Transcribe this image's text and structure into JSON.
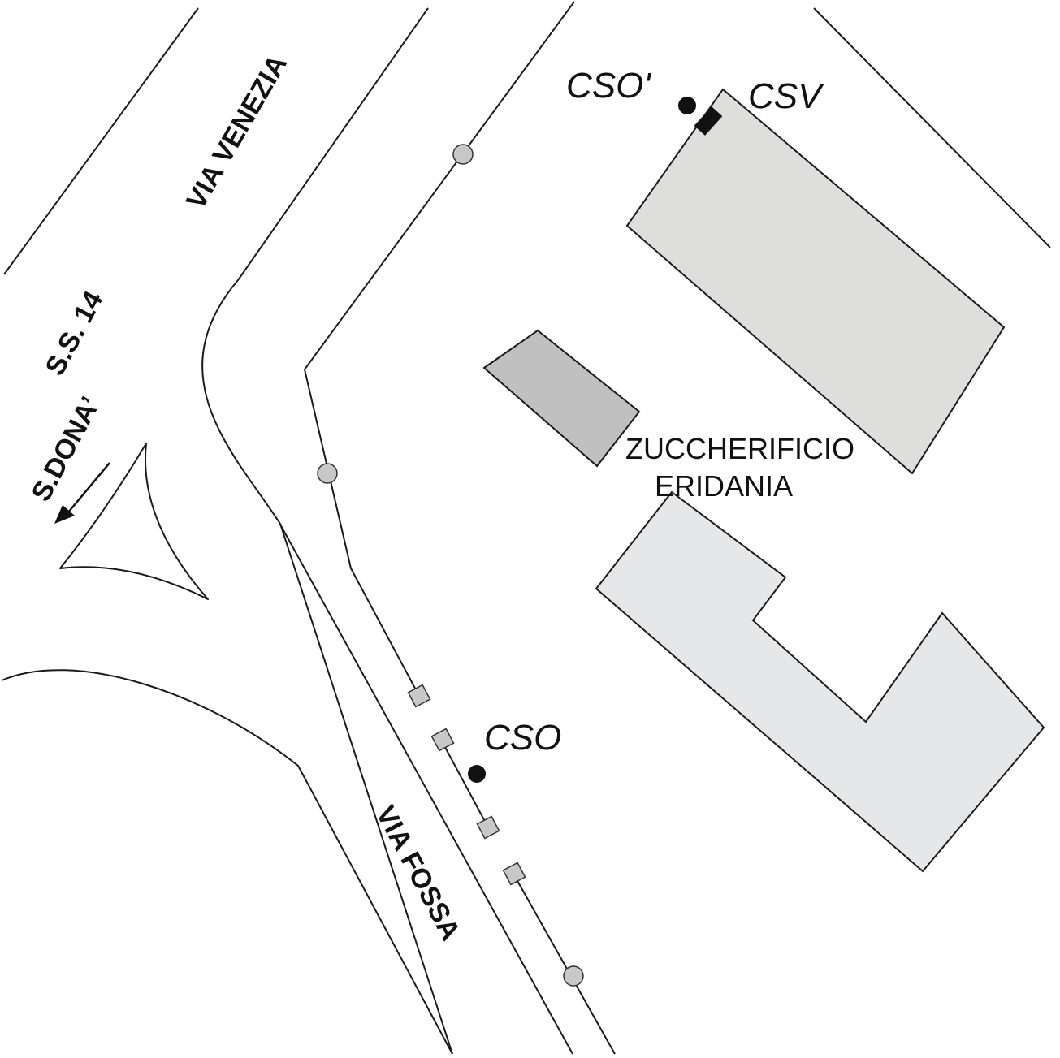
{
  "labels": {
    "via_venezia": "VIA VENEZIA",
    "ss14": "S.S. 14",
    "s_dona": "S.DONA’",
    "via_fossa": "VIA FOSSA",
    "factory_line1": "ZUCCHERIFICIO",
    "factory_line2": "ERIDANIA",
    "station_cso_prime": "CSO'",
    "station_csv": "CSV",
    "station_cso": "CSO"
  },
  "colors": {
    "building_main": "#dededc",
    "building_small": "#c0c0c0",
    "building_l": "#e6e7e8",
    "stop_marker": "#c8c8c8",
    "station_marker": "#111111"
  },
  "icons": {
    "direction": "arrow-down-left-icon",
    "station": "filled-circle-icon",
    "stop_round": "hollow-circle-icon",
    "stop_square": "square-icon"
  }
}
